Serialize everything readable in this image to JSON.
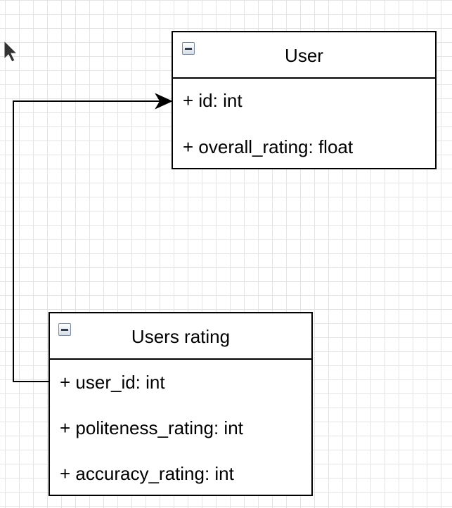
{
  "diagram": {
    "classes": [
      {
        "name": "User",
        "attributes": [
          "+ id: int",
          "+ overall_rating: float"
        ]
      },
      {
        "name": "Users rating",
        "attributes": [
          "+ user_id: int",
          "+ politeness_rating: int",
          "+ accuracy_rating: int"
        ]
      }
    ],
    "connector": {
      "from": "Users rating.user_id",
      "to": "User.id",
      "arrowhead": "filled-triangle"
    }
  },
  "icons": {
    "collapse": "minus-box-icon",
    "cursor": "arrow-cursor-icon"
  },
  "colors": {
    "stroke": "#000000",
    "grid": "#e4e4e4",
    "background": "#ffffff"
  }
}
